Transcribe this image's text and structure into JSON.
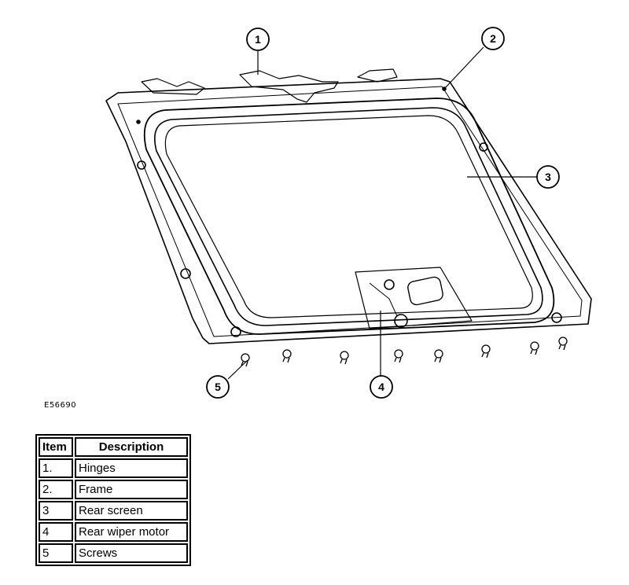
{
  "figure_id": "E56690",
  "callouts": [
    "1",
    "2",
    "3",
    "4",
    "5"
  ],
  "legend": {
    "headers": [
      "Item",
      "Description"
    ],
    "rows": [
      {
        "item": "1.",
        "description": "Hinges"
      },
      {
        "item": "2.",
        "description": "Frame"
      },
      {
        "item": "3",
        "description": "Rear screen"
      },
      {
        "item": "4",
        "description": "Rear wiper motor"
      },
      {
        "item": "5",
        "description": "Screws"
      }
    ]
  }
}
